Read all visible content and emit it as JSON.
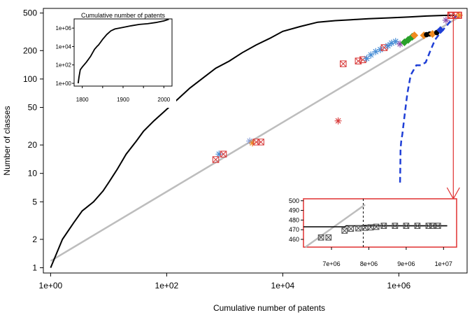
{
  "chart_data": [
    {
      "id": "main",
      "type": "scatter",
      "xlabel": "Cumulative number of patents",
      "ylabel": "Number of classes",
      "xscale": "log",
      "yscale": "log",
      "xlim": [
        0.75,
        15000000
      ],
      "ylim": [
        0.88,
        560
      ],
      "x_ticks": [
        1,
        100,
        10000,
        1000000
      ],
      "x_tick_labels": [
        "1e+00",
        "1e+02",
        "1e+04",
        "1e+06"
      ],
      "y_ticks": [
        1,
        2,
        5,
        10,
        20,
        50,
        100,
        200,
        500
      ],
      "y_tick_labels": [
        "1",
        "2",
        "5",
        "10",
        "20",
        "50",
        "100",
        "200",
        "500"
      ],
      "grid": false,
      "curve": {
        "color": "#000000",
        "x": [
          1,
          1.6,
          2.5,
          3.5,
          5.5,
          8,
          10,
          14,
          20,
          30,
          40,
          60,
          90,
          150,
          250,
          400,
          700,
          1200,
          2000,
          3500,
          6000,
          10000,
          20000,
          40000,
          80000,
          150000,
          300000,
          700000,
          1500000,
          3000000,
          6000000,
          9000000
        ],
        "y": [
          1,
          2,
          3,
          4,
          5,
          6.5,
          8,
          11,
          16,
          22,
          28,
          36,
          45,
          60,
          80,
          100,
          130,
          155,
          190,
          230,
          270,
          320,
          360,
          400,
          415,
          425,
          435,
          445,
          455,
          465,
          472,
          474
        ]
      },
      "reference_line": {
        "color": "#bdbdbd",
        "x": [
          1,
          12000000
        ],
        "y": [
          1.18,
          470
        ]
      },
      "dashed_curve": {
        "color": "#1f3fd6",
        "x": [
          1050000,
          1060000,
          1070000,
          1100000,
          1150000,
          1250000,
          1400000,
          1600000,
          2000000,
          2400000,
          2900000,
          3500000,
          4200000,
          5200000,
          6500000,
          8000000,
          10000000
        ],
        "y": [
          8,
          12,
          18,
          22,
          26,
          40,
          70,
          110,
          140,
          140,
          150,
          200,
          260,
          310,
          360,
          420,
          470
        ]
      },
      "points": [
        {
          "x": 800,
          "y": 16,
          "color": "#4a8fd6",
          "shape": "asterisk"
        },
        {
          "x": 950,
          "y": 16,
          "color": "#d94040",
          "shape": "boxcross"
        },
        {
          "x": 700,
          "y": 14,
          "color": "#d94040",
          "shape": "boxcross"
        },
        {
          "x": 2700,
          "y": 22,
          "color": "#8aa0d8",
          "shape": "asterisk"
        },
        {
          "x": 3000,
          "y": 21,
          "color": "#f08a20",
          "shape": "asterisk"
        },
        {
          "x": 3500,
          "y": 21.5,
          "color": "#d94040",
          "shape": "boxcross"
        },
        {
          "x": 4200,
          "y": 21.5,
          "color": "#d94040",
          "shape": "boxcross"
        },
        {
          "x": 90000,
          "y": 36,
          "color": "#d94040",
          "shape": "asterisk"
        },
        {
          "x": 110000,
          "y": 145,
          "color": "#d94040",
          "shape": "boxcross"
        },
        {
          "x": 200000,
          "y": 155,
          "color": "#d94040",
          "shape": "boxcross"
        },
        {
          "x": 240000,
          "y": 160,
          "color": "#d94040",
          "shape": "boxcross"
        },
        {
          "x": 280000,
          "y": 165,
          "color": "#4a8fd6",
          "shape": "asterisk"
        },
        {
          "x": 330000,
          "y": 180,
          "color": "#4a8fd6",
          "shape": "asterisk"
        },
        {
          "x": 400000,
          "y": 195,
          "color": "#4a8fd6",
          "shape": "asterisk"
        },
        {
          "x": 480000,
          "y": 205,
          "color": "#4a8fd6",
          "shape": "asterisk"
        },
        {
          "x": 560000,
          "y": 215,
          "color": "#d94040",
          "shape": "boxcross"
        },
        {
          "x": 650000,
          "y": 225,
          "color": "#4a8fd6",
          "shape": "asterisk"
        },
        {
          "x": 750000,
          "y": 240,
          "color": "#4a8fd6",
          "shape": "asterisk"
        },
        {
          "x": 880000,
          "y": 250,
          "color": "#4a8fd6",
          "shape": "asterisk"
        },
        {
          "x": 1050000,
          "y": 235,
          "color": "#8a4aa8",
          "shape": "asterisk"
        },
        {
          "x": 1250000,
          "y": 245,
          "color": "#2aa02a",
          "shape": "diamond"
        },
        {
          "x": 1450000,
          "y": 260,
          "color": "#2aa02a",
          "shape": "diamond"
        },
        {
          "x": 1700000,
          "y": 280,
          "color": "#2aa02a",
          "shape": "diamond"
        },
        {
          "x": 1850000,
          "y": 290,
          "color": "#f08a20",
          "shape": "diamond"
        },
        {
          "x": 2700000,
          "y": 290,
          "color": "#f08a20",
          "shape": "diamond"
        },
        {
          "x": 3000000,
          "y": 295,
          "color": "#000000",
          "shape": "circle"
        },
        {
          "x": 3400000,
          "y": 300,
          "color": "#000000",
          "shape": "circle"
        },
        {
          "x": 3800000,
          "y": 300,
          "color": "#f08a20",
          "shape": "diamond"
        },
        {
          "x": 4500000,
          "y": 310,
          "color": "#000000",
          "shape": "circle"
        },
        {
          "x": 5200000,
          "y": 330,
          "color": "#1f3fd6",
          "shape": "diamond"
        },
        {
          "x": 6500000,
          "y": 420,
          "color": "#8a4aa8",
          "shape": "asterisk"
        },
        {
          "x": 8000000,
          "y": 470,
          "color": "#d94040",
          "shape": "boxcross"
        },
        {
          "x": 9500000,
          "y": 472,
          "color": "#d94040",
          "shape": "boxcross"
        },
        {
          "x": 11000000,
          "y": 474,
          "color": "#f08a20",
          "shape": "asterisk"
        }
      ],
      "highlight_box": {
        "color": "#e03030",
        "x": [
          7000000,
          12000000
        ],
        "y": [
          440,
          510
        ]
      }
    },
    {
      "id": "inset-top",
      "type": "line",
      "title": "Cumulative number of patents",
      "yscale": "log",
      "xlim": [
        1780,
        2020
      ],
      "ylim": [
        0.5,
        10000000.0
      ],
      "x_ticks": [
        1800,
        1900,
        2000
      ],
      "x_tick_labels": [
        "1800",
        "1900",
        "2000"
      ],
      "y_ticks": [
        1,
        100,
        10000,
        1000000
      ],
      "y_tick_labels": [
        "1e+00",
        "1e+02",
        "1e+04",
        "1e+06"
      ],
      "x": [
        1790,
        1792,
        1795,
        1800,
        1810,
        1820,
        1830,
        1836,
        1840,
        1850,
        1860,
        1870,
        1880,
        1900,
        1920,
        1940,
        1960,
        1980,
        2000,
        2012
      ],
      "y": [
        1,
        5,
        30,
        60,
        200,
        800,
        5000,
        10000,
        15000,
        60000,
        200000,
        500000,
        800000,
        1200000,
        1800000,
        2500000,
        3000000,
        4000000,
        6000000,
        9000000
      ]
    },
    {
      "id": "inset-bottom",
      "type": "scatter",
      "border_color": "#e03030",
      "xlim": [
        6250000,
        10350000
      ],
      "ylim": [
        452,
        502
      ],
      "x_ticks": [
        7000000,
        8000000,
        9000000,
        10000000
      ],
      "x_tick_labels": [
        "7e+06",
        "8e+06",
        "9e+06",
        "1e+07"
      ],
      "y_ticks": [
        460,
        470,
        480,
        490,
        500
      ],
      "y_tick_labels": [
        "460",
        "470",
        "480",
        "490",
        "500"
      ],
      "vline_x": 7850000,
      "curve": {
        "x": [
          6250000,
          7350000,
          7400000,
          7500000,
          7650000,
          7800000,
          7950000,
          8100000,
          8600000,
          9300000,
          10100000
        ],
        "y": [
          473,
          473,
          474,
          474,
          474,
          474,
          474,
          474,
          474,
          474,
          474
        ]
      },
      "reference_line": {
        "x": [
          6300000,
          7900000
        ],
        "y": [
          452,
          496
        ]
      },
      "points": {
        "x": [
          6720000,
          6920000,
          7350000,
          7520000,
          7720000,
          7900000,
          8050000,
          8200000,
          8400000,
          8700000,
          9000000,
          9300000,
          9600000,
          9700000,
          9850000
        ],
        "y": [
          462,
          462,
          469,
          471,
          471.5,
          472,
          472.5,
          473,
          474,
          474,
          474,
          474,
          474,
          474,
          474
        ]
      }
    }
  ]
}
